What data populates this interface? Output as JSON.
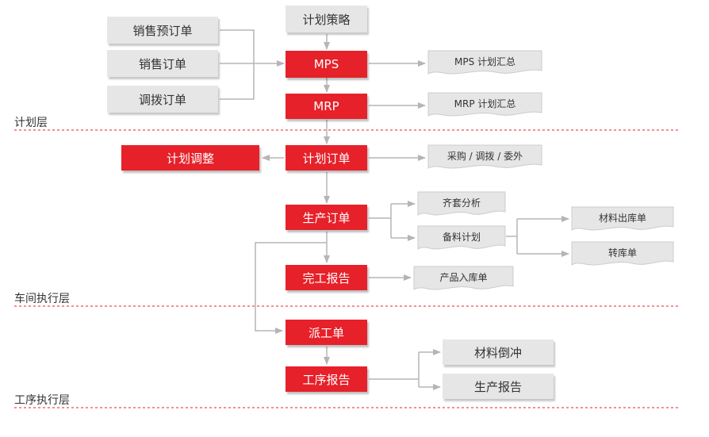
{
  "layers": {
    "plan": "计划层",
    "workshop": "车间执行层",
    "process": "工序执行层"
  },
  "nodes": {
    "sales_forecast": "销售预订单",
    "sales_order": "销售订单",
    "transfer_order": "调拨订单",
    "plan_strategy": "计划策略",
    "mps": "MPS",
    "mrp": "MRP",
    "plan_adjust": "计划调整",
    "plan_order": "计划订单",
    "production_order": "生产订单",
    "completion_report": "完工报告",
    "dispatch_order": "派工单",
    "process_report": "工序报告",
    "material_backflush": "材料倒冲",
    "production_report": "生产报告"
  },
  "docs": {
    "mps_summary": "MPS 计划汇总",
    "mrp_summary": "MRP 计划汇总",
    "purchase": "采购 / 调拨 / 委外",
    "kitting": "齐套分析",
    "material_plan": "备料计划",
    "material_issue": "材料出库单",
    "transfer_slip": "转库单",
    "product_receipt": "产品入库单"
  },
  "colors": {
    "accent_red": "#e6212a",
    "node_gray": "#e6e6e6",
    "connector": "#b5b5b5",
    "layer_divider": "#e6212a"
  }
}
